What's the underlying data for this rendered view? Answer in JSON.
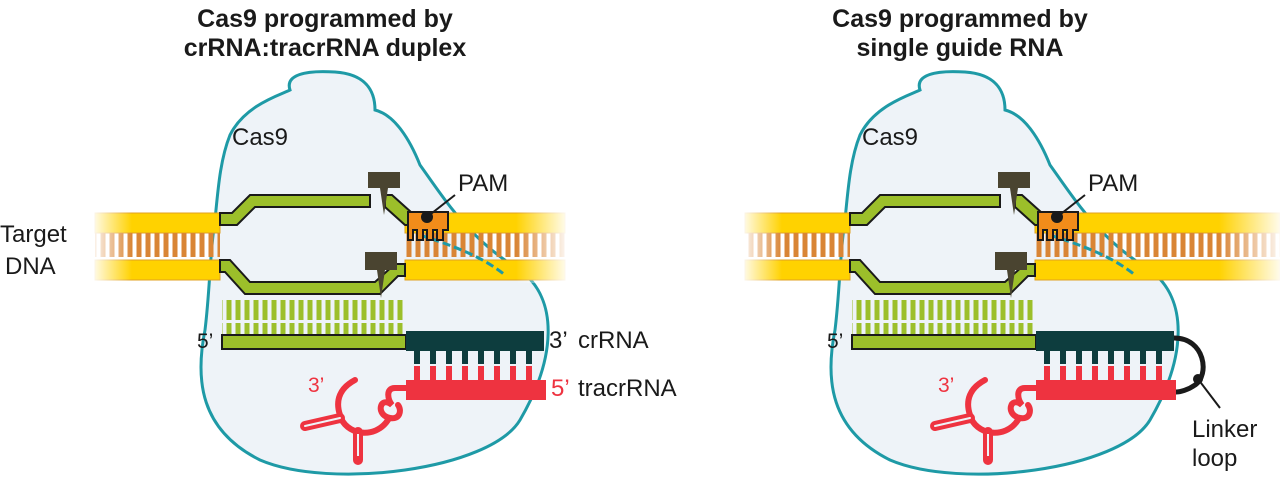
{
  "figure": {
    "panels": [
      {
        "id": "duplex",
        "title_line1": "Cas9 programmed by",
        "title_line2": "crRNA:tracrRNA duplex",
        "protein_label": "Cas9",
        "pam_label": "PAM",
        "dna_label_line1": "Target",
        "dna_label_line2": "DNA",
        "crrna_5prime": "5’",
        "crrna_3prime": "3’",
        "crrna_name": "crRNA",
        "tracr_5prime": "5’",
        "tracr_name": "tracrRNA",
        "tracr_3prime": "3’"
      },
      {
        "id": "sgRNA",
        "title_line1": "Cas9 programmed by",
        "title_line2": "single guide RNA",
        "protein_label": "Cas9",
        "pam_label": "PAM",
        "crrna_5prime": "5’",
        "tracr_3prime": "3’",
        "linker_label_line1": "Linker",
        "linker_label_line2": "loop"
      }
    ],
    "colors": {
      "protein_fill": "#eef3f8",
      "protein_outline": "#1e9aa6",
      "dna_backbone": "#ffd200",
      "dna_bases": "#d98535",
      "target_strand": "#9cbf2a",
      "crrna_repeat": "#0d3d3e",
      "tracrrna": "#ee3340",
      "pam": "#f28c1a",
      "nuclease": "#4a4430",
      "linker": "#1a1a1a"
    }
  }
}
